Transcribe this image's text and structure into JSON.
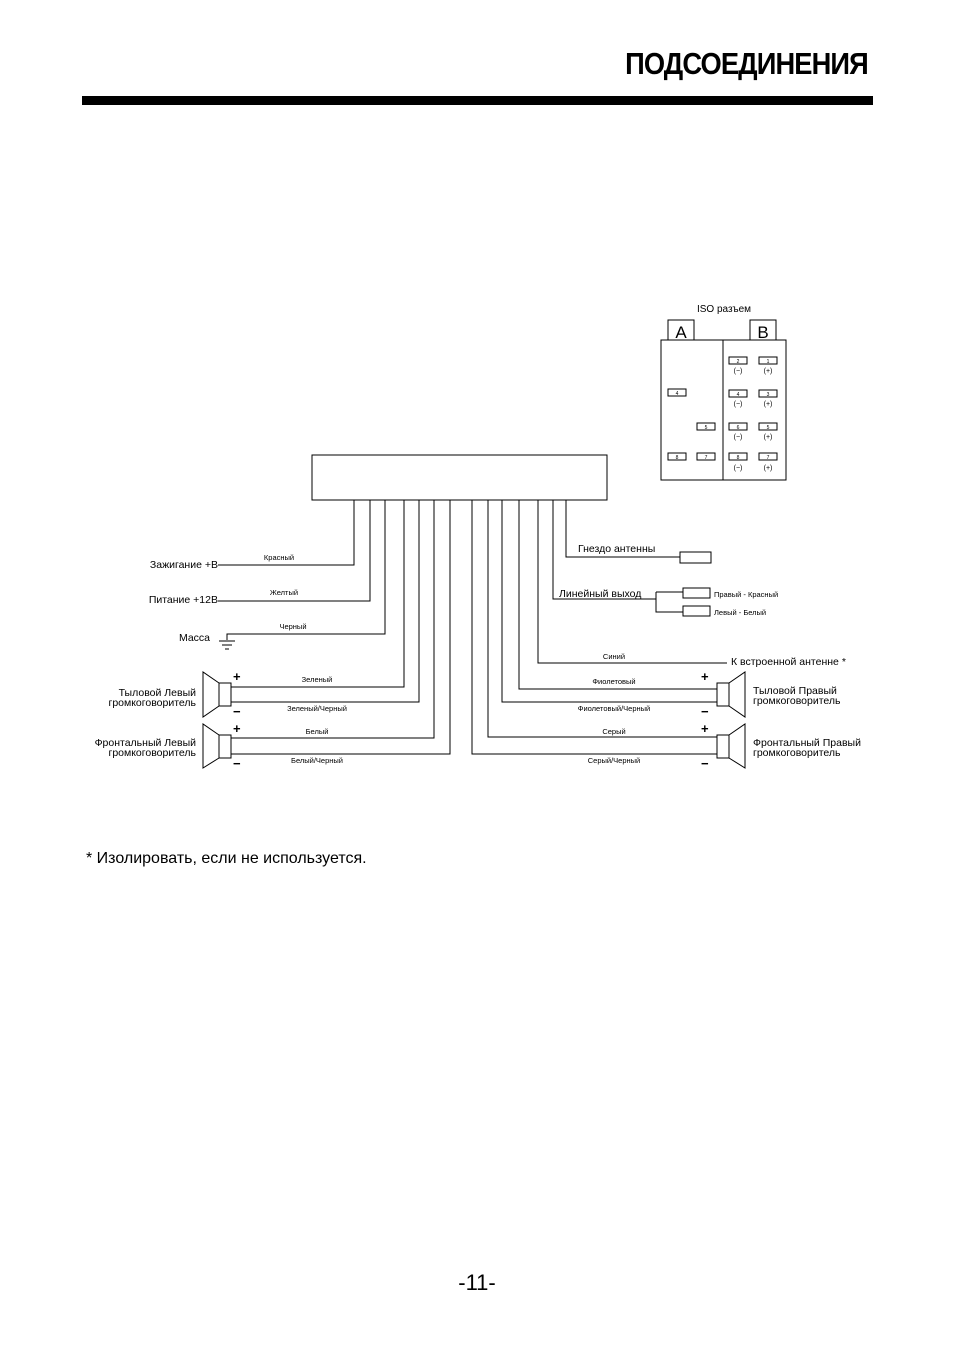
{
  "header": {
    "title": "ПОДСОЕДИНЕНИЯ"
  },
  "iso": {
    "title": "ISO разъем",
    "block_a": "A",
    "block_b": "B",
    "pins_a": [
      "4",
      "5",
      "8",
      "7"
    ],
    "pins_b": [
      "2",
      "1",
      "4",
      "3",
      "6",
      "5",
      "8",
      "7"
    ],
    "pol_minus": "(−)",
    "pol_plus": "(+)"
  },
  "left": {
    "ignition": {
      "label": "Зажигание +В",
      "wire": "Красный"
    },
    "power": {
      "label": "Питание +12В",
      "wire": "Желтый"
    },
    "ground": {
      "label": "Масса",
      "wire": "Черный"
    },
    "rear_speaker": {
      "line1": "Тыловой Левый",
      "line2": "громкоговоритель",
      "wire_pos": "Зеленый",
      "wire_neg": "Зеленый/Черный"
    },
    "front_speaker": {
      "line1": "Фронтальный Левый",
      "line2": "громкоговоритель",
      "wire_pos": "Белый",
      "wire_neg": "Белый/Черный"
    }
  },
  "right": {
    "antenna_socket": "Гнездо антенны",
    "line_out": {
      "label": "Линейный выход",
      "right": "Правый - Красный",
      "left": "Левый - Белый"
    },
    "builtin_antenna": {
      "label": "К встроенной антенне *",
      "wire": "Синий"
    },
    "rear_speaker": {
      "line1": "Тыловой Правый",
      "line2": "громкоговоритель",
      "wire_pos": "Фиолетовый",
      "wire_neg": "Фиолетовый/Черный"
    },
    "front_speaker": {
      "line1": "Фронтальный Правый",
      "line2": "громкоговоритель",
      "wire_pos": "Серый",
      "wire_neg": "Серый/Черный"
    }
  },
  "signs": {
    "plus": "+",
    "minus": "−"
  },
  "footer": {
    "note": "* Изолировать, если не используется.",
    "page": "-11-"
  }
}
